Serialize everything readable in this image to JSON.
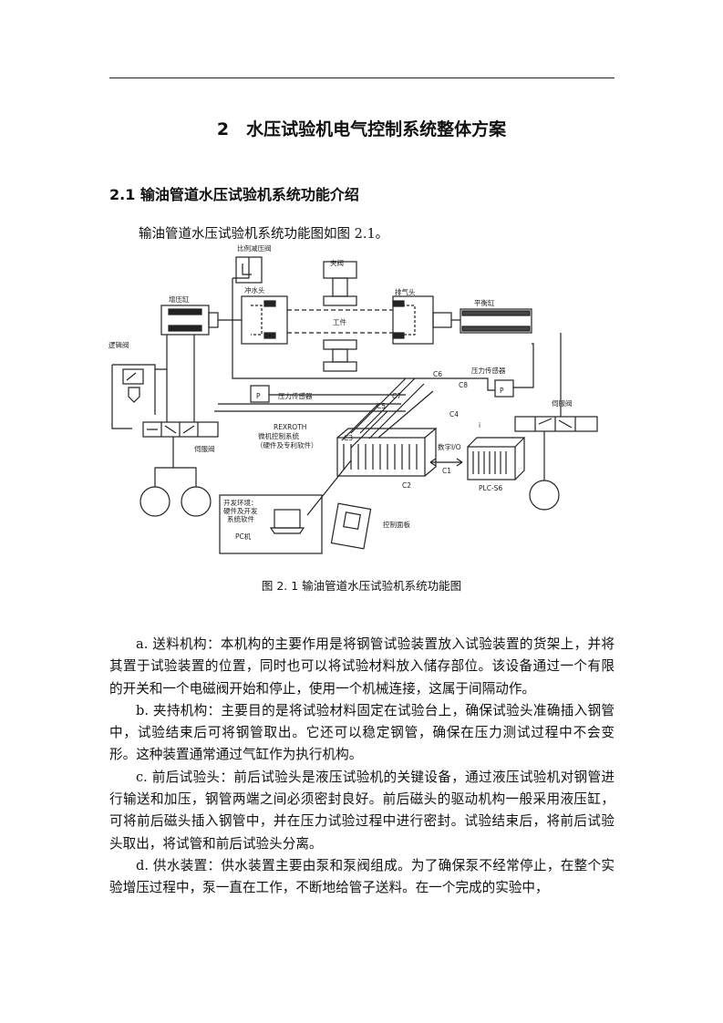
{
  "chapter_title": "2　水压试验机电气控制系统整体方案",
  "section_title": "2.1 输油管道水压试验机系统功能介绍",
  "intro_text": "输油管道水压试验机系统功能图如图 2.1。",
  "figure": {
    "labels": {
      "proportional_valve": "比例减压阀",
      "flush_head": "冲水头",
      "clamp_valve": "夹阀",
      "vent_head": "排气头",
      "balance_cyl": "平衡缸",
      "booster_cyl": "增压缸",
      "workpiece": "工件",
      "logic_valve": "逻辑阀",
      "pressure_sensor_left": "压力传感器",
      "pressure_sensor_right": "压力传感器",
      "servo_valve_left": "伺服阀",
      "servo_valve_right": "伺服阀",
      "rexroth_1": "REXROTH",
      "rexroth_2": "微机控制系统",
      "rexroth_3": "（硬件及专利软件）",
      "digital_io": "数字I/O",
      "plc": "PLC-S6",
      "pc_env_1": "开发环境：",
      "pc_env_2": "硬件及开发",
      "pc_env_3": "系统软件",
      "pc": "PC机",
      "control_panel": "控制面板",
      "p_left": "P",
      "p_right": "P",
      "i_mark": "i",
      "c1": "C1",
      "c2": "C2",
      "c3": "C3",
      "c4": "C4",
      "c5": "C5",
      "c6": "C6",
      "c7": "C7",
      "c8": "C8"
    }
  },
  "figure_caption": "图 2. 1 输油管道水压试验机系统功能图",
  "paragraphs": [
    "a. 送料机构：本机构的主要作用是将钢管试验装置放入试验装置的货架上，并将其置于试验装置的位置，同时也可以将试验材料放入储存部位。该设备通过一个有限的开关和一个电磁阀开始和停止，使用一个机械连接，这属于间隔动作。",
    "b. 夹持机构：主要目的是将试验材料固定在试验台上，确保试验头准确插入钢管中，试验结束后可将钢管取出。它还可以稳定钢管，确保在压力测试过程中不会变形。这种装置通常通过气缸作为执行机构。",
    "c. 前后试验头：前后试验头是液压试验机的关键设备，通过液压试验机对钢管进行输送和加压，钢管两端之间必须密封良好。前后磁头的驱动机构一般采用液压缸，可将前后磁头插入钢管中，并在压力试验过程中进行密封。试验结束后，将前后试验头取出，将试管和前后试验头分离。",
    "d. 供水装置：供水装置主要由泵和泵阀组成。为了确保泵不经常停止，在整个实验增压过程中，泵一直在工作，不断地给管子送料。在一个完成的实验中，"
  ]
}
